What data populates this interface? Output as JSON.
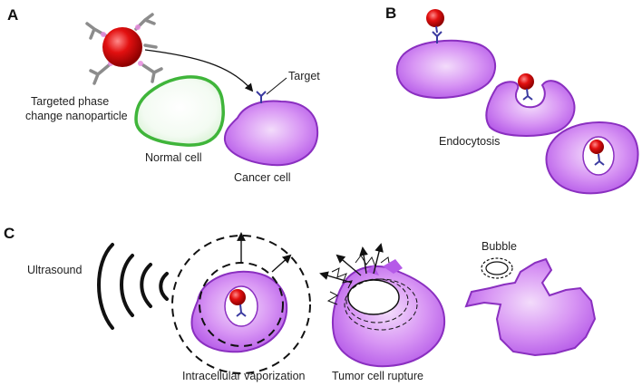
{
  "panels": {
    "a": "A",
    "b": "B",
    "c": "C"
  },
  "labels": {
    "nanoparticle_line1": "Targeted phase",
    "nanoparticle_line2": "change nanoparticle",
    "normal_cell": "Normal cell",
    "cancer_cell": "Cancer cell",
    "target": "Target",
    "endocytosis": "Endocytosis",
    "ultrasound": "Ultrasound",
    "intracellular_vaporization": "Intracellular vaporization",
    "tumor_cell_rupture": "Tumor cell rupture",
    "bubble": "Bubble"
  },
  "colors": {
    "cell_purple": "#c76ef0",
    "cell_outline": "#8a2fc0",
    "normal_cell_green": "#3fb53a",
    "nanoparticle_red": "#d40000",
    "antibody_gray": "#8c8c8c",
    "receptor_blue": "#3a3aa0"
  }
}
